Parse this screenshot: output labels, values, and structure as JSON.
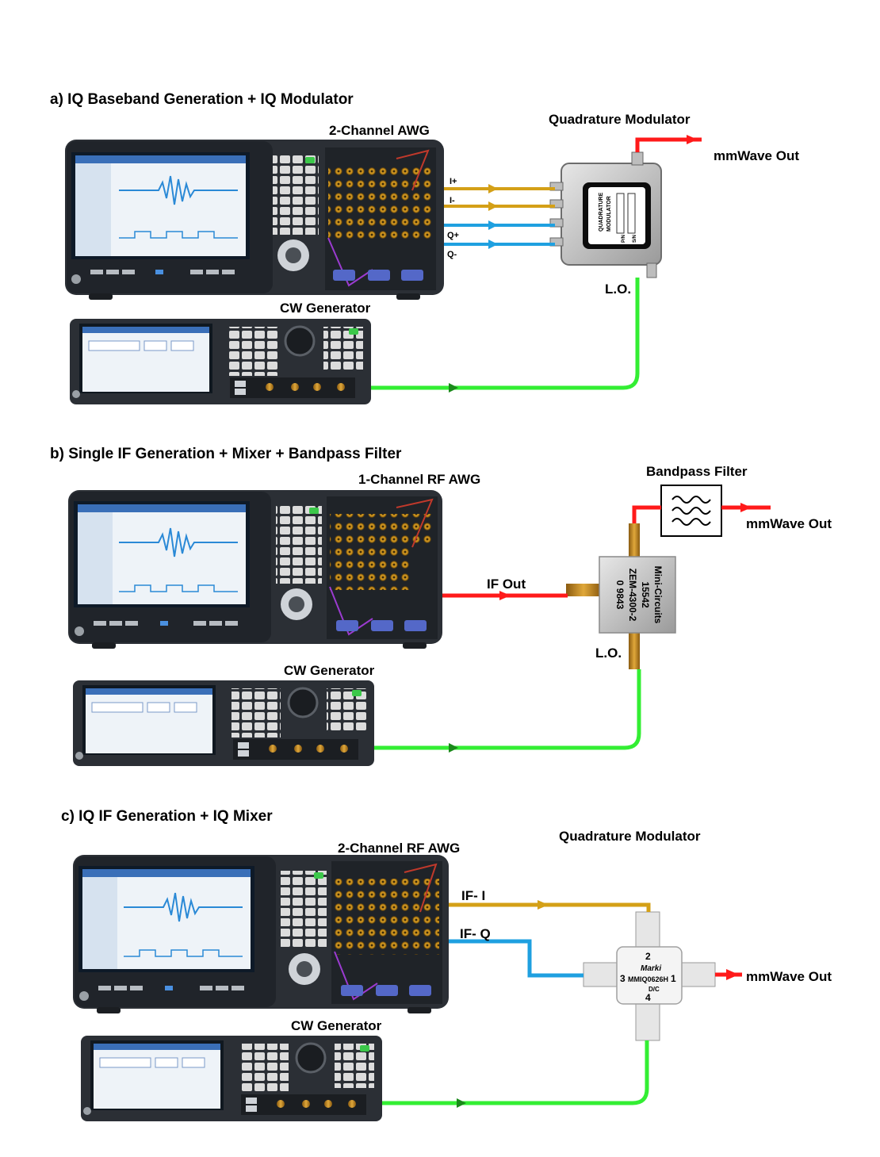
{
  "sections": [
    {
      "title": "a) IQ Baseband Generation + IQ Modulator",
      "awg_label": "2-Channel AWG",
      "cw_label": "CW Generator",
      "modulator_label": "Quadrature Modulator",
      "output_label": "mmWave Out",
      "lo_label": "L.O.",
      "signals": [
        "I+",
        "I-",
        "Q+",
        "Q-"
      ],
      "module_text": [
        "QUADRATURE",
        "MODULATOR",
        "P/N",
        "S/N"
      ]
    },
    {
      "title": "b) Single IF Generation + Mixer + Bandpass Filter",
      "awg_label": "1-Channel RF AWG",
      "cw_label": "CW Generator",
      "filter_label": "Bandpass Filter",
      "output_label": "mmWave Out",
      "lo_label": "L.O.",
      "if_label": "IF Out",
      "mixer_text": [
        "Mini-Circuits",
        "15542",
        "ZEM-4300-2",
        "0 9843"
      ]
    },
    {
      "title": "c) IQ IF Generation + IQ Mixer",
      "awg_label": "2-Channel RF AWG",
      "cw_label": "CW Generator",
      "modulator_label": "Quadrature Modulator",
      "output_label": "mmWave Out",
      "signals": [
        "IF- I",
        "IF- Q"
      ],
      "iq_mixer_text": [
        "Marki",
        "MMIQ0626H",
        "D/C",
        "1",
        "2",
        "3",
        "4"
      ]
    }
  ],
  "colors": {
    "i_channel": "#d4a017",
    "q_channel": "#1fa0e0",
    "rf_out": "#ff1a1a",
    "lo": "#33ee33",
    "instrument": "#2b2f35",
    "screen": "#3a78c8"
  },
  "icons": [
    "awg-instrument",
    "cw-generator-instrument",
    "quadrature-modulator-module",
    "mixer-module",
    "bandpass-filter-icon",
    "iq-mixer-module",
    "arrow-icon"
  ]
}
